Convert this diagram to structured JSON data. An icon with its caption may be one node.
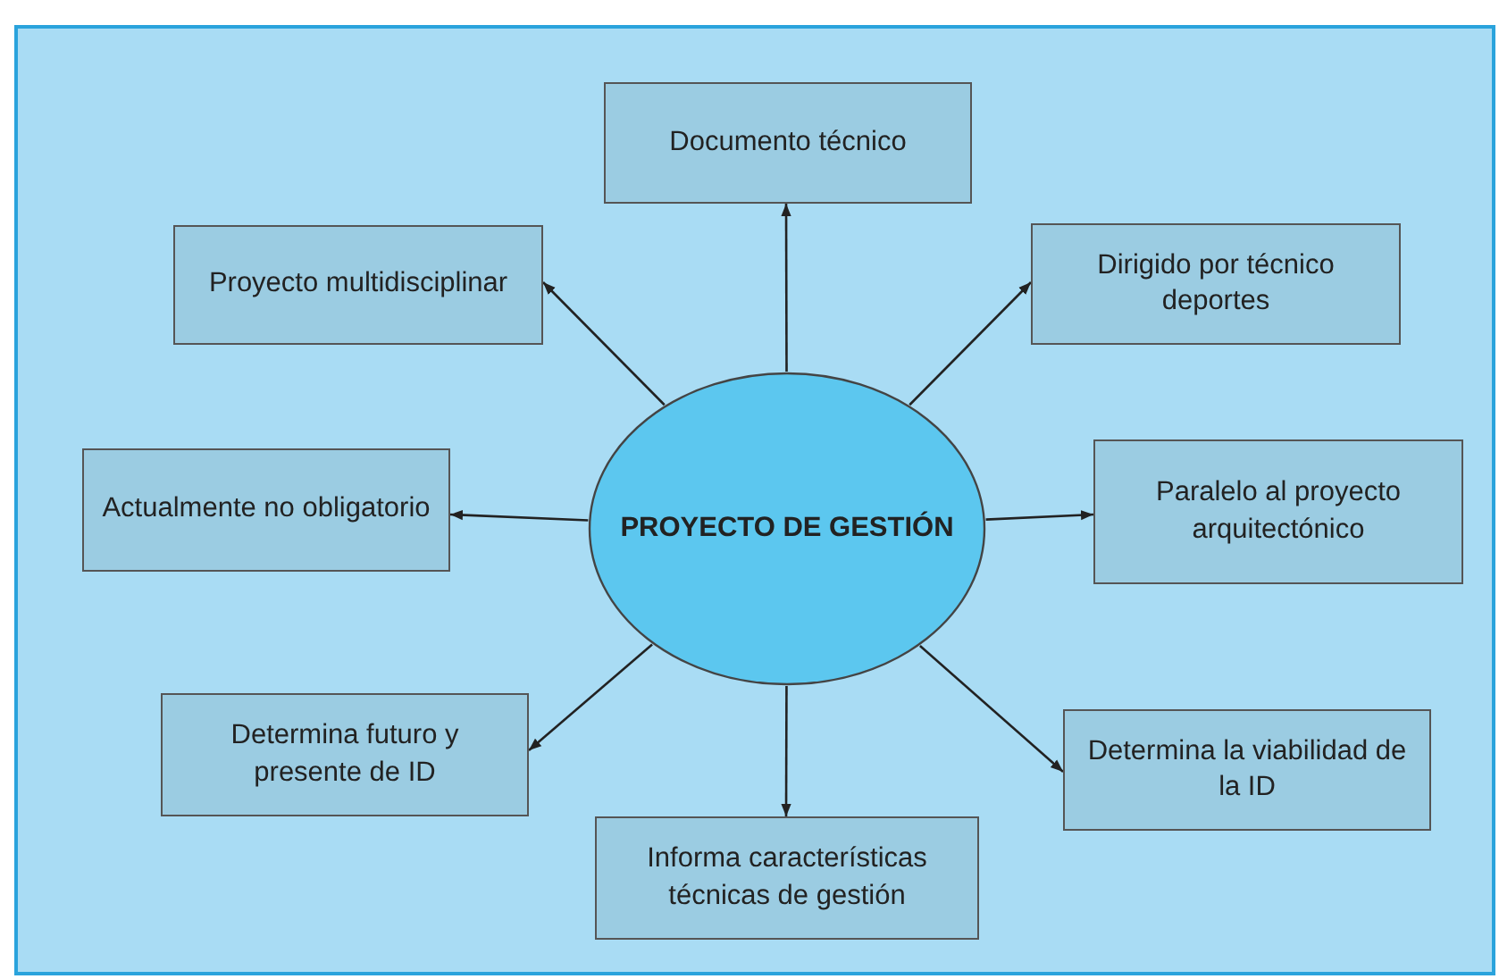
{
  "diagram": {
    "nodes": [
      {
        "text": [
          "PROYECTO DE GESTIÓN"
        ]
      },
      {
        "text": [
          "Documento técnico"
        ]
      },
      {
        "text": [
          "Proyecto multidisciplinar"
        ]
      },
      {
        "text": [
          "Dirigido por técnico deportes"
        ]
      },
      {
        "text": [
          "Actualmente no obligatorio"
        ]
      },
      {
        "text": [
          "Paralelo al proyecto arquitectónico"
        ]
      },
      {
        "text": [
          "Determina futuro y presente de ID"
        ]
      },
      {
        "text": [
          "Determina la viabilidad de la ID"
        ]
      },
      {
        "text": [
          "Informa características técnicas de gestión"
        ]
      }
    ],
    "edges": [
      {
        "from": 0,
        "to": 1,
        "arrow": "to"
      },
      {
        "from": 0,
        "to": 2,
        "arrow": "to"
      },
      {
        "from": 0,
        "to": 3,
        "arrow": "to"
      },
      {
        "from": 0,
        "to": 4,
        "arrow": "to"
      },
      {
        "from": 0,
        "to": 5,
        "arrow": "to"
      },
      {
        "from": 0,
        "to": 6,
        "arrow": "to"
      },
      {
        "from": 0,
        "to": 7,
        "arrow": "to"
      },
      {
        "from": 0,
        "to": 8,
        "arrow": "to"
      }
    ]
  }
}
